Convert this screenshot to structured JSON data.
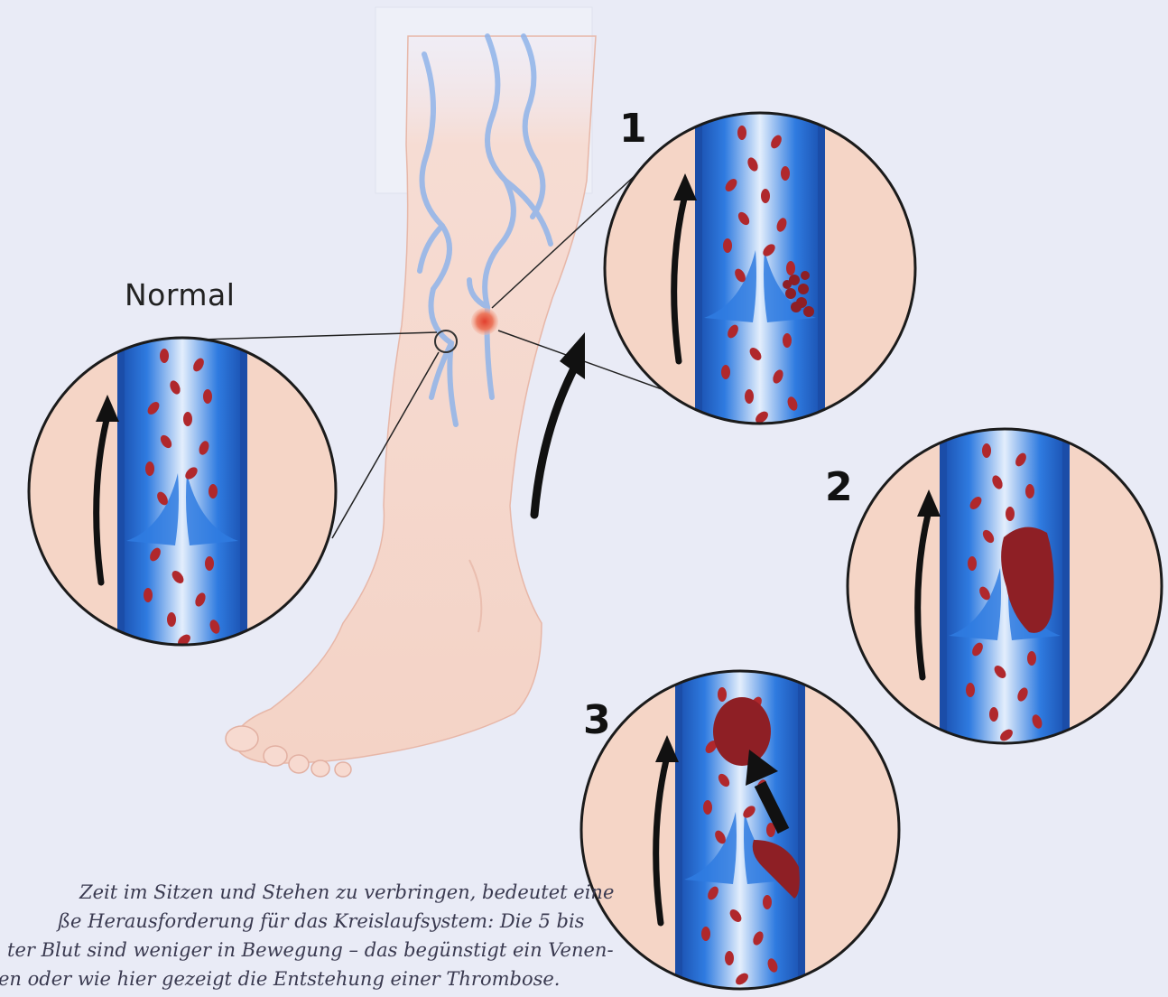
{
  "labels": {
    "normal": "Normal",
    "step1": "1",
    "step2": "2",
    "step3": "3"
  },
  "caption": {
    "lines": [
      "Zeit im Sitzen und Stehen zu verbringen, bedeutet eine",
      "ße Herausforderung für das Kreislaufsystem: Die 5 bis",
      "ter Blut sind weniger in Bewegung – das begünstigt ein Venen-",
      "en oder wie hier gezeigt die Entstehung einer Thrombose."
    ]
  },
  "colors": {
    "background": "#e9ebf6",
    "skin": "#f6d9cd",
    "vein_outer": "#1f5fc4",
    "vein_inner": "#dbe9fb",
    "blood_cell": "#b0282c",
    "clot": "#8e1f25",
    "arrow": "#111111",
    "marker": "#e0503c"
  }
}
